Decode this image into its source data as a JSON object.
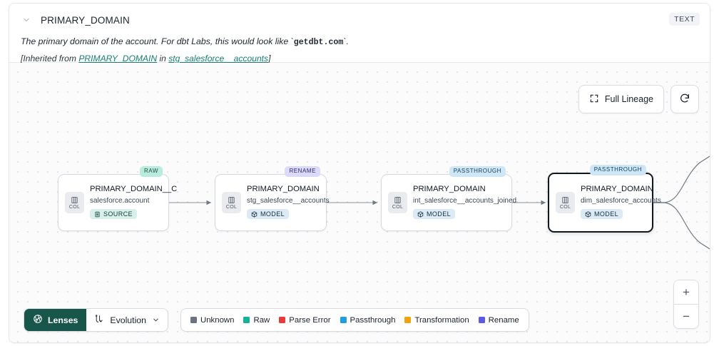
{
  "header": {
    "chevron_icon": "chevron-down-icon",
    "title": "PRIMARY_DOMAIN",
    "type_badge": "TEXT",
    "description_prefix": "The primary domain of the account. For dbt Labs, this would look like `",
    "description_code": "getdbt.com",
    "description_suffix": "`.",
    "inherited_prefix": "[Inherited from ",
    "inherited_link": "PRIMARY_DOMAIN",
    "inherited_middle": " in ",
    "inherited_source": "stg_salesforce__accounts",
    "inherited_suffix": "]"
  },
  "lineage_controls": {
    "full_lineage_label": "Full Lineage",
    "full_lineage_icon": "expand-corners-icon",
    "refresh_icon": "refresh-icon"
  },
  "zoom_controls": {
    "zoom_in_label": "+",
    "zoom_out_label": "−"
  },
  "graph": {
    "nodes": [
      {
        "id": "node-1",
        "col_label": "COL",
        "name": "PRIMARY_DOMAIN__C",
        "source": "salesforce.account",
        "kind": "SOURCE",
        "kind_icon": "database-icon",
        "tag": "RAW",
        "selected": false
      },
      {
        "id": "node-2",
        "col_label": "COL",
        "name": "PRIMARY_DOMAIN",
        "source": "stg_salesforce__accounts",
        "kind": "MODEL",
        "kind_icon": "cube-icon",
        "tag": "RENAME",
        "selected": false
      },
      {
        "id": "node-3",
        "col_label": "COL",
        "name": "PRIMARY_DOMAIN",
        "source": "int_salesforce__accounts_joined",
        "kind": "MODEL",
        "kind_icon": "cube-icon",
        "tag": "PASSTHROUGH",
        "selected": false
      },
      {
        "id": "node-4",
        "col_label": "COL",
        "name": "PRIMARY_DOMAIN",
        "source": "dim_salesforce_accounts",
        "kind": "MODEL",
        "kind_icon": "cube-icon",
        "tag": "PASSTHROUGH",
        "selected": true
      }
    ]
  },
  "bottom_bar": {
    "lenses_label": "Lenses",
    "lenses_icon": "lens-aperture-icon",
    "evolution_label": "Evolution",
    "evolution_icon": "evolution-flow-icon",
    "evolution_chevron_icon": "chevron-down-icon",
    "legend": [
      {
        "label": "Unknown",
        "color": "#6b7280"
      },
      {
        "label": "Raw",
        "color": "#12b29b"
      },
      {
        "label": "Parse Error",
        "color": "#ea3b3b"
      },
      {
        "label": "Passthrough",
        "color": "#1f9fe0"
      },
      {
        "label": "Transformation",
        "color": "#f2a20c"
      },
      {
        "label": "Rename",
        "color": "#5b5be8"
      }
    ]
  }
}
